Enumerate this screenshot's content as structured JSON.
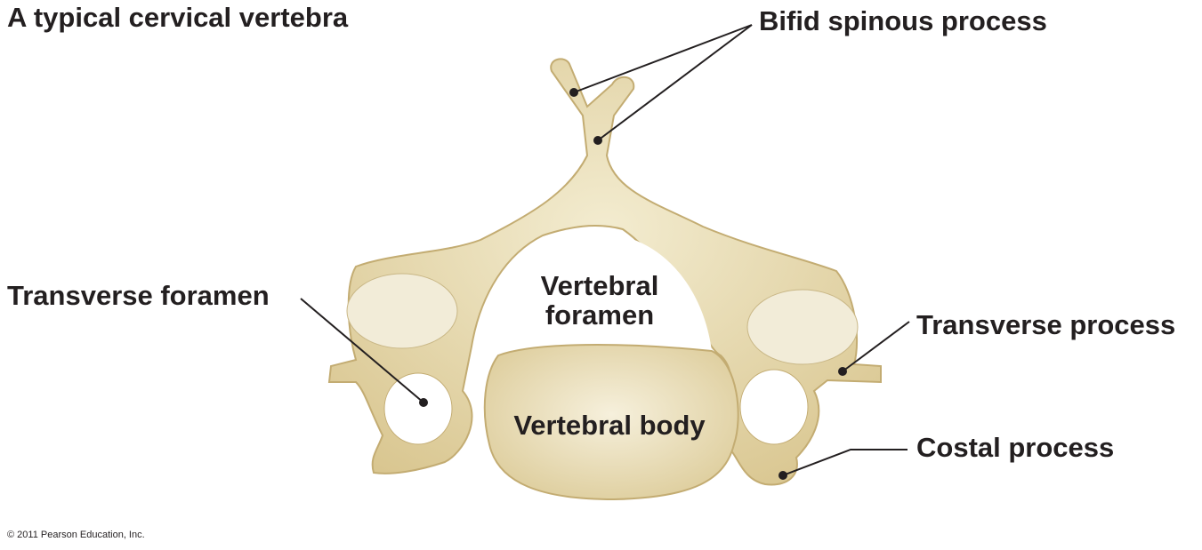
{
  "title": "A typical cervical vertebra",
  "labels": {
    "bifid_spinous_process": "Bifid spinous process",
    "transverse_foramen": "Transverse foramen",
    "transverse_process": "Transverse process",
    "costal_process": "Costal process",
    "vertebral_foramen_line1": "Vertebral",
    "vertebral_foramen_line2": "foramen",
    "vertebral_body": "Vertebral body"
  },
  "copyright": "© 2011 Pearson Education, Inc.",
  "colors": {
    "bone": "#e9deb4",
    "bone_shadow": "#c8b27a",
    "text": "#231f20"
  }
}
